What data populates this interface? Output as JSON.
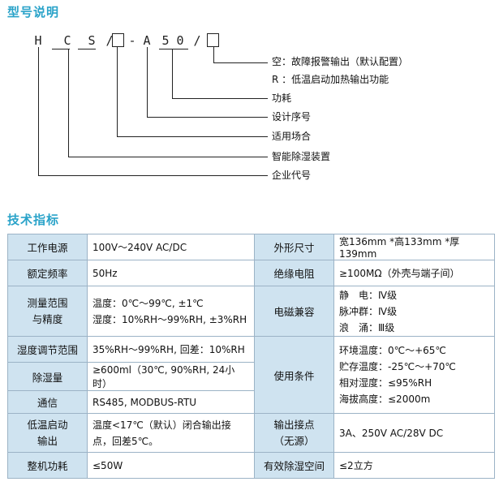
{
  "sections": {
    "model_title": "型号说明",
    "spec_title": "技术指标"
  },
  "model_code": {
    "chars": [
      "H",
      "C",
      "S",
      "/",
      "-",
      "A",
      "5",
      "0",
      "/"
    ]
  },
  "model_desc": [
    "空：故障报警输出（默认配置）",
    "R ：低温启动加热输出功能",
    "功耗",
    "设计序号",
    "适用场合",
    "智能除湿装置",
    "企业代号"
  ],
  "spec_table": {
    "r1": {
      "l1": "工作电源",
      "v1": "100V～240V AC/DC",
      "l2": "外形尺寸",
      "v2": "宽136mm *高133mm *厚139mm"
    },
    "r2": {
      "l1": "额定频率",
      "v1": "50Hz",
      "l2": "绝缘电阻",
      "v2": "≥100MΩ（外壳与端子间）"
    },
    "r3": {
      "l1": [
        "测量范围",
        "与精度"
      ],
      "v1": [
        "温度：0℃～99℃, ±1℃",
        "湿度：10%RH～99%RH, ±3%RH"
      ],
      "l2": "电磁兼容",
      "v2": [
        "静　电：Ⅳ级",
        "脉冲群：Ⅳ级",
        "浪　涌：Ⅲ级"
      ]
    },
    "r4": {
      "l1": "湿度调节范围",
      "v1": "35%RH～99%RH, 回差：10%RH"
    },
    "r5": {
      "l1": "除湿量",
      "v1": "≥600ml（30℃, 90%RH, 24小时）"
    },
    "r6": {
      "l1": "通信",
      "v1": "RS485, MODBUS-RTU"
    },
    "cond": {
      "label": "使用条件",
      "lines": [
        "环境温度：0℃～+65℃",
        "贮存温度：-25℃～+70℃",
        "相对湿度：≤95%RH",
        "海拔高度：≤2000m"
      ]
    },
    "r7": {
      "l1": [
        "低温启动",
        "输出"
      ],
      "v1": [
        "温度<17℃（默认）闭合输出接",
        "点，回差5℃。"
      ],
      "l2": [
        "输出接点",
        "（无源）"
      ],
      "v2": "3A、250V AC/28V DC"
    },
    "r8": {
      "l1": "整机功耗",
      "v1": "≤50W",
      "l2": "有效除湿空间",
      "v2": "≤2立方"
    }
  }
}
